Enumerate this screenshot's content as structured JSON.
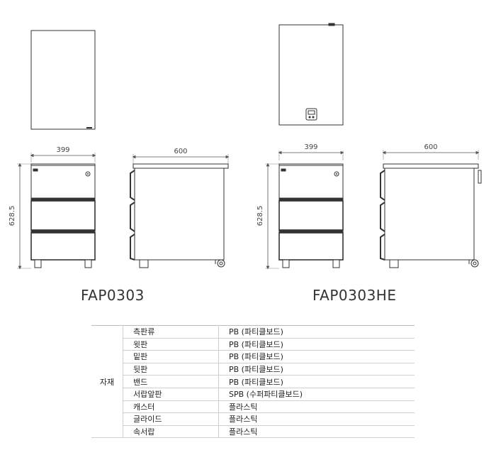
{
  "dimensions": {
    "left_width": "399",
    "left_depth": "600",
    "left_height": "628.5",
    "right_width": "399",
    "right_depth": "600",
    "right_height": "628.5"
  },
  "models": {
    "left": "FAP0303",
    "right": "FAP0303HE"
  },
  "spec_table": {
    "category": "자재",
    "rows": [
      {
        "part": "측판류",
        "material": "PB (파티클보드)"
      },
      {
        "part": "윗판",
        "material": "PB (파티클보드)"
      },
      {
        "part": "밑판",
        "material": "PB (파티클보드)"
      },
      {
        "part": "뒷판",
        "material": "PB (파티클보드)"
      },
      {
        "part": "밴드",
        "material": "PB (파티클보드)"
      },
      {
        "part": "서랍앞판",
        "material": "SPB (수퍼파티클보드)"
      },
      {
        "part": "캐스터",
        "material": "플라스틱"
      },
      {
        "part": "글라이드",
        "material": "플라스틱"
      },
      {
        "part": "속서랍",
        "material": "플라스틱"
      }
    ]
  }
}
